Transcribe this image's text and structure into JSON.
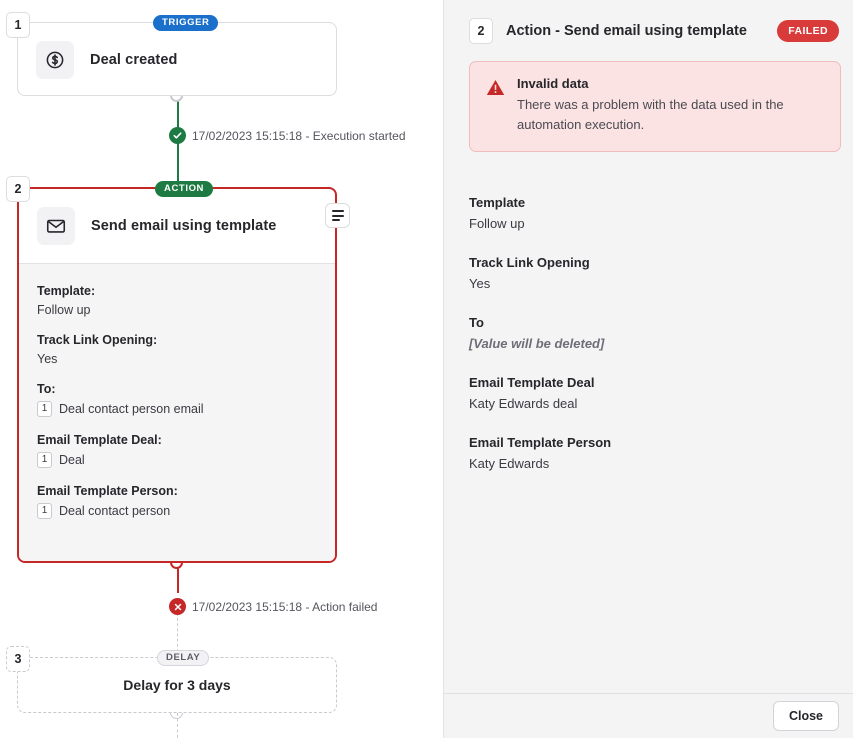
{
  "canvas": {
    "nodes": [
      {
        "step": "1",
        "type_label": "TRIGGER",
        "title": "Deal created",
        "icon": "dollar-circle-icon"
      },
      {
        "step": "2",
        "type_label": "ACTION",
        "title": "Send email using template",
        "icon": "envelope-icon",
        "fields": [
          {
            "label": "Template:",
            "value": "Follow up",
            "chip": null
          },
          {
            "label": "Track Link Opening:",
            "value": "Yes",
            "chip": null
          },
          {
            "label": "To:",
            "value": "Deal contact person email",
            "chip": "1"
          },
          {
            "label": "Email Template Deal:",
            "value": "Deal",
            "chip": "1"
          },
          {
            "label": "Email Template Person:",
            "value": "Deal contact person",
            "chip": "1"
          }
        ]
      },
      {
        "step": "3",
        "type_label": "DELAY",
        "title": "Delay for 3 days"
      }
    ],
    "logs": [
      {
        "status": "ok",
        "text": "17/02/2023 15:15:18 - Execution started"
      },
      {
        "status": "fail",
        "text": "17/02/2023 15:15:18 - Action failed"
      }
    ]
  },
  "panel": {
    "step_number": "2",
    "title": "Action - Send email using template",
    "status_badge": "FAILED",
    "alert": {
      "icon": "warning-triangle-icon",
      "title": "Invalid data",
      "message": "There was a problem with the data used in the automation execution."
    },
    "fields": [
      {
        "label": "Template",
        "value": "Follow up",
        "muted": false
      },
      {
        "label": "Track Link Opening",
        "value": "Yes",
        "muted": false
      },
      {
        "label": "To",
        "value": "[Value will be deleted]",
        "muted": true
      },
      {
        "label": "Email Template Deal",
        "value": "Katy Edwards deal",
        "muted": false
      },
      {
        "label": "Email Template Person",
        "value": "Katy Edwards",
        "muted": false
      }
    ],
    "close_label": "Close"
  },
  "colors": {
    "trigger": "#1b70cc",
    "action": "#1e7a43",
    "failed": "#c62828",
    "alert_bg": "#fbe3e3"
  }
}
